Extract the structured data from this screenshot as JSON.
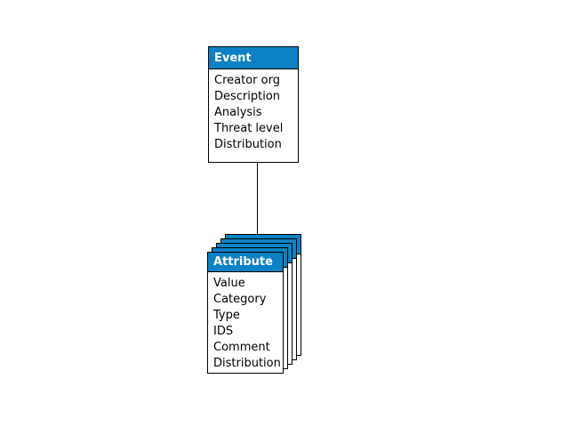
{
  "diagram": {
    "type": "uml-class-diagram",
    "background_color": "#ffffff",
    "accent_color": "#0c82c4",
    "line_color": "#000000",
    "text_color": "#000000",
    "header_text_color": "#ffffff"
  },
  "classes": {
    "event": {
      "name": "Event",
      "multiplicity": "single",
      "attributes": [
        "Creator org",
        "Description",
        "Analysis",
        "Threat level",
        "Distribution"
      ]
    },
    "attribute": {
      "name": "Attribute",
      "multiplicity": "stacked",
      "stack_count": 5,
      "attributes": [
        "Value",
        "Category",
        "Type",
        "IDS",
        "Comment",
        "Distribution"
      ]
    }
  },
  "relations": [
    {
      "id": "event-attribute-link",
      "from": "Event",
      "to": "Attribute",
      "style": "solid-line",
      "label": ""
    }
  ]
}
